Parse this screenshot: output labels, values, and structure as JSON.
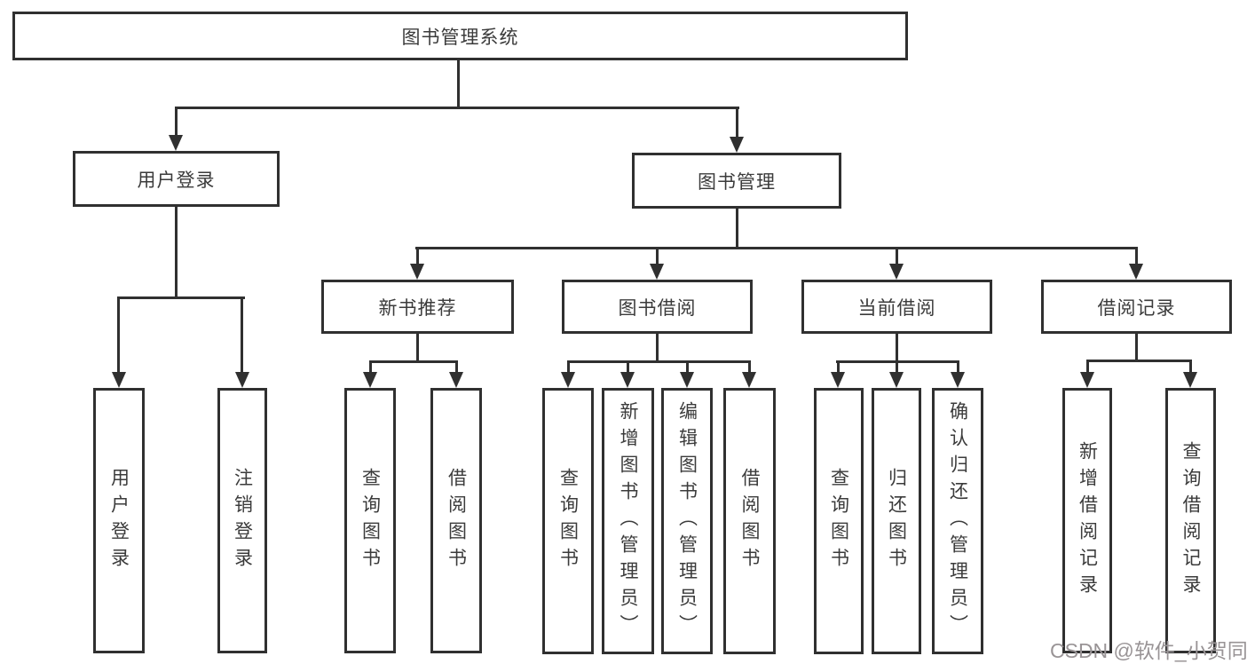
{
  "diagram": {
    "type": "hierarchy-tree",
    "orientation": "top-down"
  },
  "tree": {
    "root": {
      "label": "图书管理系统"
    },
    "branches": [
      {
        "label": "用户登录",
        "children": [
          "用户登录",
          "注销登录"
        ]
      },
      {
        "label": "图书管理",
        "sections": [
          {
            "label": "新书推荐",
            "children": [
              "查询图书",
              "借阅图书"
            ]
          },
          {
            "label": "图书借阅",
            "children": [
              "查询图书",
              "新增图书（管理员）",
              "编辑图书（管理员）",
              "借阅图书"
            ]
          },
          {
            "label": "当前借阅",
            "children": [
              "查询图书",
              "归还图书",
              "确认归还（管理员）"
            ]
          },
          {
            "label": "借阅记录",
            "children": [
              "新增借阅记录",
              "查询借阅记录"
            ]
          }
        ]
      }
    ]
  },
  "watermark": {
    "text": "CSDN @软件_小贺同学"
  },
  "colors": {
    "line": "#303030",
    "box_border": "#303030",
    "text": "#3b3b3b",
    "background": "#ffffff",
    "watermark": "#999496"
  }
}
